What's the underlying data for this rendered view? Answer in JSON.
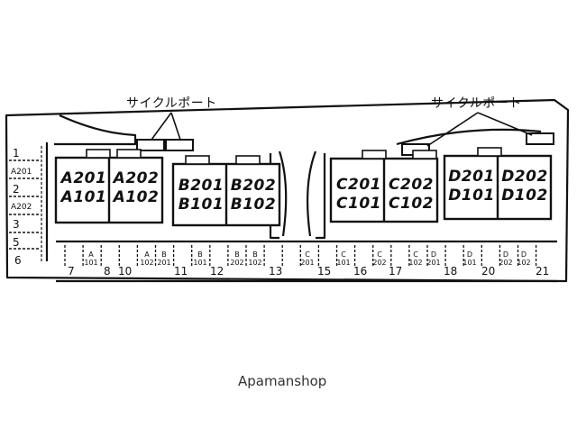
{
  "callouts": [
    "サイクルポート",
    "サイクルポート"
  ],
  "buildings": [
    {
      "top": "A201",
      "bottom": "A101"
    },
    {
      "top": "A202",
      "bottom": "A102"
    },
    {
      "top": "B201",
      "bottom": "B101"
    },
    {
      "top": "B202",
      "bottom": "B102"
    },
    {
      "top": "C201",
      "bottom": "C101"
    },
    {
      "top": "C202",
      "bottom": "C102"
    },
    {
      "top": "D201",
      "bottom": "D101"
    },
    {
      "top": "D202",
      "bottom": "D102"
    }
  ],
  "left_spaces": [
    "1",
    "A201",
    "2",
    "A202",
    "3",
    "5",
    "6"
  ],
  "bottom_numbers": [
    "7",
    "8",
    "10",
    "11",
    "12",
    "13",
    "15",
    "16",
    "17",
    "18",
    "20",
    "21"
  ],
  "bottom_tags": [
    {
      "letter": "A",
      "room": "101"
    },
    {
      "letter": "A",
      "room": "102"
    },
    {
      "letter": "B",
      "room": "201"
    },
    {
      "letter": "B",
      "room": "101"
    },
    {
      "letter": "B",
      "room": "202"
    },
    {
      "letter": "B",
      "room": "102"
    },
    {
      "letter": "C",
      "room": "201"
    },
    {
      "letter": "C",
      "room": "101"
    },
    {
      "letter": "C",
      "room": "202"
    },
    {
      "letter": "C",
      "room": "102"
    },
    {
      "letter": "D",
      "room": "201"
    },
    {
      "letter": "D",
      "room": "101"
    },
    {
      "letter": "D",
      "room": "202"
    },
    {
      "letter": "D",
      "room": "102"
    }
  ],
  "credit": "Apamanshop"
}
